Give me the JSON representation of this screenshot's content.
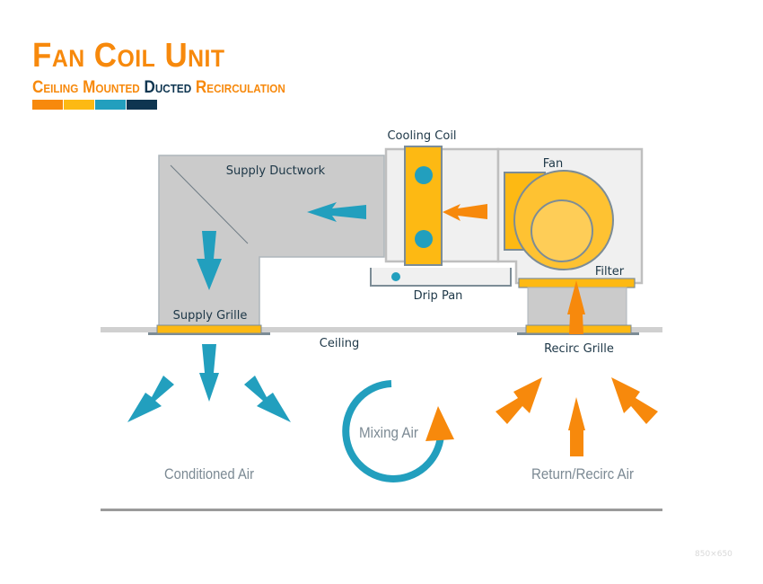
{
  "header": {
    "title": "Fan Coil Unit",
    "subtitle_part1": "Ceiling Mounted ",
    "subtitle_part2": "Ducted",
    "subtitle_part3": " Recirculation"
  },
  "palette": {
    "orange": "#f7890c",
    "yellow": "#fdb913",
    "teal": "#229fbe",
    "navy": "#0e3550",
    "gray": "#cbcbcb",
    "outline": "#7c8c96"
  },
  "labels": {
    "cooling_coil": "Cooling Coil",
    "fan": "Fan",
    "supply_ductwork": "Supply Ductwork",
    "drip_pan": "Drip Pan",
    "filter": "Filter",
    "supply_grille": "Supply Grille",
    "ceiling": "Ceiling",
    "recirc_grille": "Recirc Grille",
    "conditioned_air": "Conditioned Air",
    "mixing_air": "Mixing Air",
    "return_air": "Return/Recirc Air"
  },
  "watermark": "850×650"
}
